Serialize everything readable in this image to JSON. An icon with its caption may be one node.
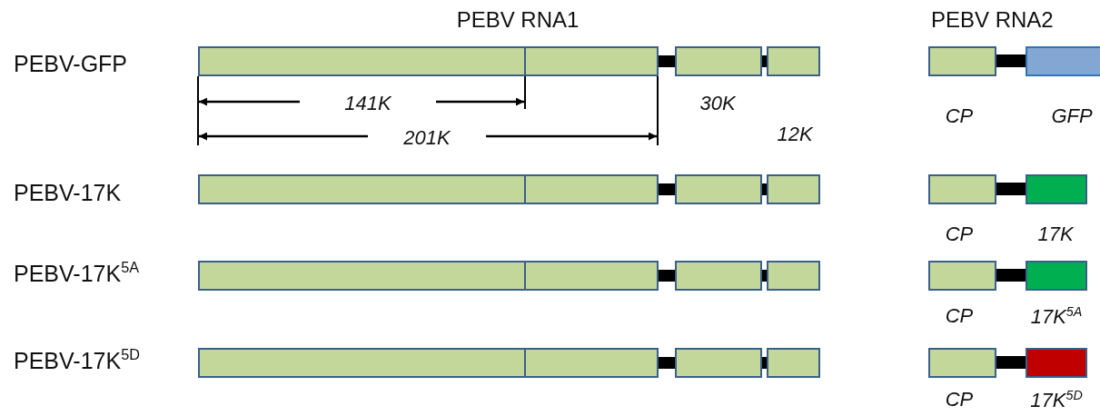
{
  "diagram": {
    "labels": [
      "PEBV RNA1",
      "PEBV RNA2",
      "PEBV-GFP",
      "141K",
      "30K",
      "CP",
      "GFP",
      "201K",
      "12K",
      "PEBV-17K",
      "CP",
      "17K",
      "PEBV-17K$^{5A}$",
      "CP",
      "17K$^{5A}$",
      "PEBV-17K$^{5D}$",
      "CP",
      "17K$^{5D}$"
    ]
  }
}
